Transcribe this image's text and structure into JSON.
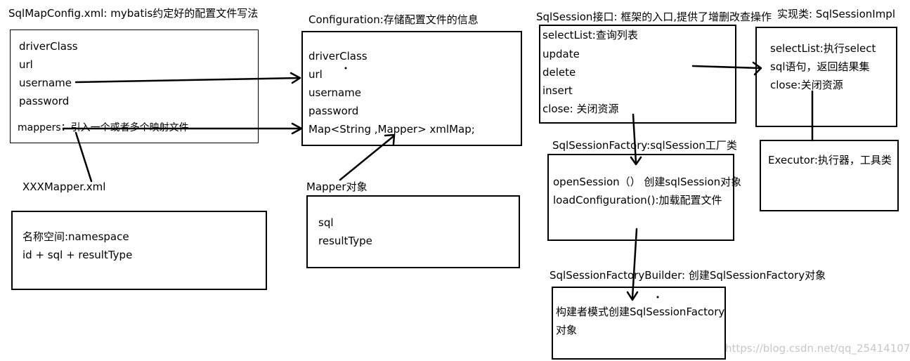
{
  "titles": {
    "sqlmapconfig": "SqlMapConfig.xml:   mybatis约定好的配置文件写法",
    "configuration": "Configuration:存储配置文件的信息",
    "sqlsession_iface": "SqlSession接口: 框架的入口,提供了增删改查操作",
    "impl": "实现类:  SqlSessionImpl",
    "factory": "SqlSessionFactory:sqlSession工厂类",
    "builder": "SqlSessionFactoryBuilder: 创建SqlSessionFactory对象",
    "xxxmapper": "XXXMapper.xml",
    "mapper_obj": "Mapper对象"
  },
  "sqlmapconfig_box": {
    "items": [
      "driverClass",
      "url",
      "username",
      "password"
    ],
    "mappers": "mappers：引入一个或者多个映射文件"
  },
  "configuration_box": {
    "items": [
      "driverClass",
      "url",
      "username",
      "password",
      "Map<String ,Mapper> xmlMap;"
    ]
  },
  "xxxmapper_box": {
    "items": [
      "名称空间:namespace",
      "id + sql + resultType"
    ]
  },
  "mapper_box": {
    "items": [
      "sql",
      "resultType"
    ]
  },
  "sqlsession_box": {
    "items": [
      "selectList:查询列表",
      " update",
      "delete",
      " insert",
      " close: 关闭资源"
    ]
  },
  "impl_box": {
    "items": [
      "selectList:执行select",
      "sql语句，返回结果集",
      "close:关闭资源"
    ]
  },
  "executor_box": {
    "text": "Executor:执行器，工具类"
  },
  "factory_box": {
    "items": [
      "openSession（）  创建sqlSession对象",
      "loadConfiguration():加载配置文件"
    ]
  },
  "builder_box": {
    "items": [
      "构建者模式创建SqlSessionFactory",
      "对象"
    ]
  },
  "watermark": "https://blog.csdn.net/qq_25414107"
}
